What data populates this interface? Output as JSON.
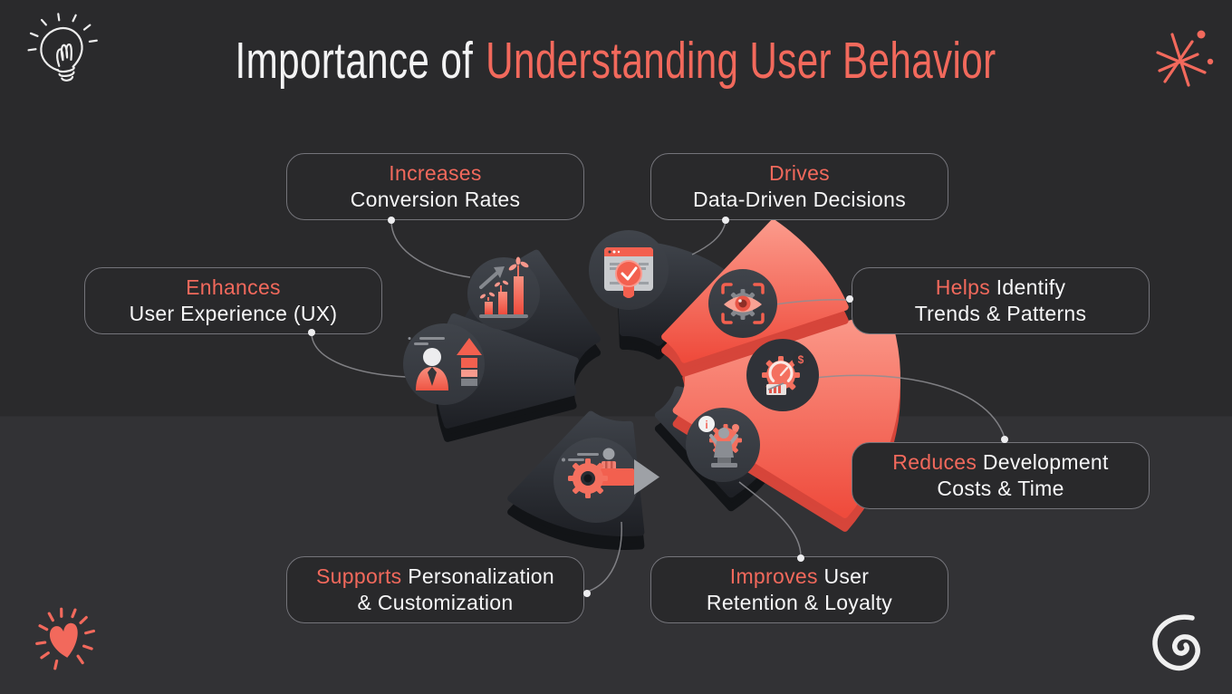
{
  "title": {
    "prefix": "Importance of",
    "highlight": "Understanding User Behavior"
  },
  "cards": [
    {
      "accent": "Increases",
      "line1_rest": "",
      "line2": "Conversion Rates"
    },
    {
      "accent": "Drives",
      "line1_rest": "",
      "line2": "Data-Driven Decisions"
    },
    {
      "accent": "Enhances",
      "line1_rest": "",
      "line2": "User Experience (UX)"
    },
    {
      "accent": "Helps",
      "line1_rest": " Identify",
      "line2": "Trends & Patterns"
    },
    {
      "accent": "Reduces",
      "line1_rest": " Development",
      "line2": "Costs & Time"
    },
    {
      "accent": "Supports",
      "line1_rest": " Personalization",
      "line2": "& Customization"
    },
    {
      "accent": "Improves",
      "line1_rest": " User",
      "line2": "Retention & Loyalty"
    }
  ],
  "glyphs": {
    "dollar": "$",
    "info": "i"
  },
  "colors": {
    "accent": "#F2695C",
    "bg_top": "#2A2A2C",
    "bg_bottom": "#323235",
    "card_bg": "#29292B",
    "card_border": "#74747A",
    "text": "#F6F6F7",
    "coral_wedge": "#F25848",
    "dark_wedge": "#23252A",
    "icon_circle": "#3A3D44"
  },
  "icons": [
    "growth-bars-icon",
    "analytics-browser-icon",
    "eye-scan-icon",
    "cost-gauge-gear-icon",
    "happy-user-icon",
    "personalization-gear-arrow-icon",
    "user-growth-arrow-icon"
  ],
  "decorations": [
    "lightbulb-doodle",
    "sparkle-doodle",
    "heart-doodle",
    "spiral-doodle"
  ]
}
